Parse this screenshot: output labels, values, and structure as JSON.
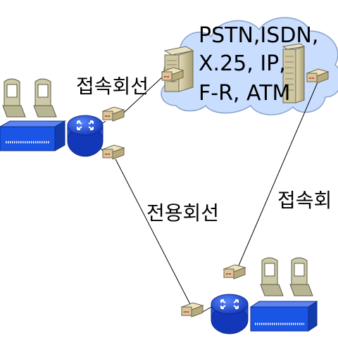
{
  "cloud": {
    "line1": "PSTN,ISDN,",
    "line2": "X.25, IP,",
    "line3": "F-R, ATM"
  },
  "links": {
    "access_left": "접속회선",
    "leased": "전용회선",
    "access_right": "접속회"
  },
  "colors": {
    "cloud_fill": "#c9ddff",
    "router": "#1f4fd6",
    "switch": "#1a55e6",
    "modem": "#d8c79a",
    "terminal": "#cbc9a6",
    "server": "#cfc7a1"
  }
}
